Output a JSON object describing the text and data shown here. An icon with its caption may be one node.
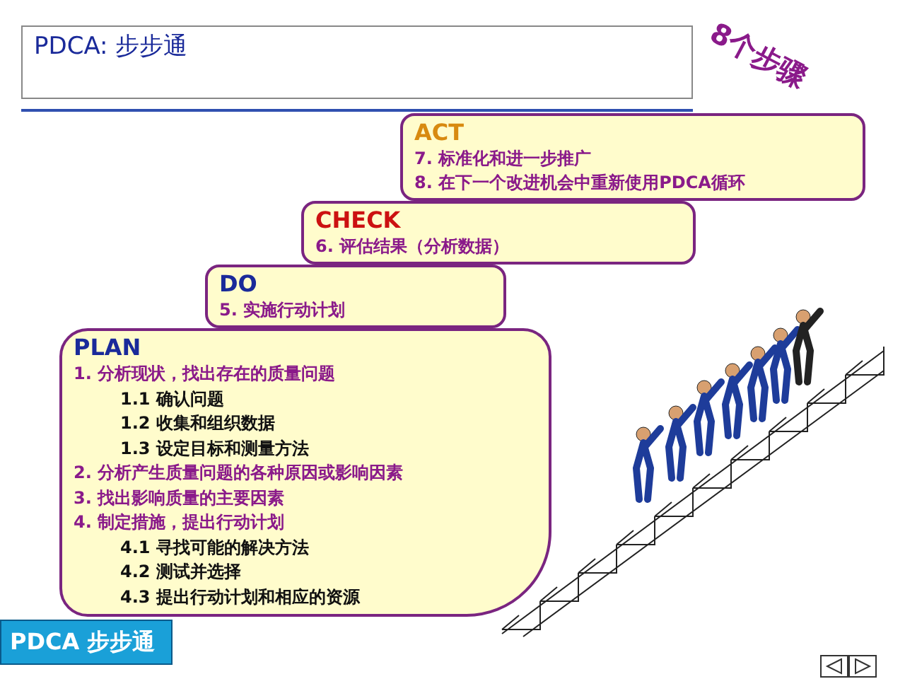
{
  "diagram": {
    "title": "PDCA: 步步通",
    "nodes": [
      {
        "text": [
          "PLAN",
          "1. 分析现状，找出存在的质量问题",
          "1.1 确认问题",
          "1.2 收集和组织数据",
          "1.3 设定目标和测量方法",
          "2. 分析产生质量问题的各种原因或影响因素",
          "3. 找出影响质量的主要因素",
          "4. 制定措施，提出行动计划",
          "4.1 寻找可能的解决方法",
          "4.2 测试并选择",
          "4.3 提出行动计划和相应的资源"
        ]
      },
      {
        "text": [
          "DO",
          "5. 实施行动计划"
        ]
      },
      {
        "text": [
          "CHECK",
          "6. 评估结果（分析数据）"
        ]
      },
      {
        "text": [
          "ACT",
          "7. 标准化和进一步推广",
          "8. 在下一个改进机会中重新使用PDCA循环"
        ]
      },
      {
        "text": [
          "PDCA 步步通"
        ]
      }
    ],
    "labels": [
      "8个步骤"
    ]
  }
}
